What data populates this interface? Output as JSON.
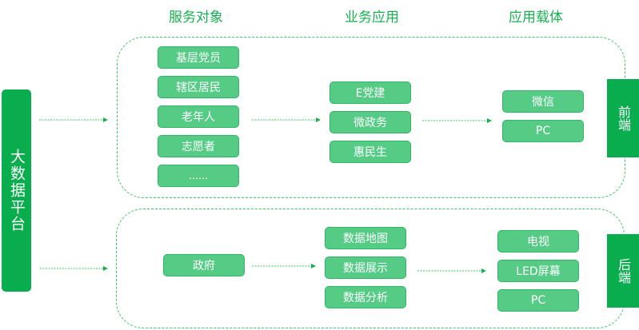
{
  "headers": {
    "service_targets": "服务对象",
    "business_apps": "业务应用",
    "carriers": "应用载体"
  },
  "platform": {
    "label": "大数据平台"
  },
  "frontend": {
    "side_label": "前端",
    "service_targets": [
      "基层党员",
      "辖区居民",
      "老年人",
      "志愿者",
      "……"
    ],
    "business_apps": [
      "E党建",
      "微政务",
      "惠民生"
    ],
    "carriers": [
      "微信",
      "PC"
    ]
  },
  "backend": {
    "side_label": "后端",
    "service_targets": [
      "政府"
    ],
    "business_apps": [
      "数据地图",
      "数据展示",
      "数据分析"
    ],
    "carriers": [
      "电视",
      "LED屏幕",
      "PC"
    ]
  },
  "colors": {
    "primary_green": "#0aad4e",
    "node_green": "#55cb86",
    "header_green": "#17b050",
    "dash_green": "#3cc46a"
  }
}
